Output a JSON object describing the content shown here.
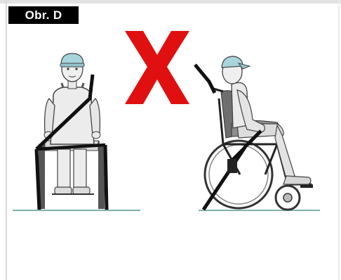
{
  "figure_label": "Obr. D",
  "colors": {
    "label_bg": "#000000",
    "label_text": "#ffffff",
    "cross_mark": "#e01010",
    "belt": "#111111",
    "cap": "#a8d4dc",
    "ground": "#7fb0a8"
  },
  "icons": [
    "red-x-mark",
    "person-front-wheelchair",
    "person-side-wheelchair",
    "seat-belt"
  ]
}
